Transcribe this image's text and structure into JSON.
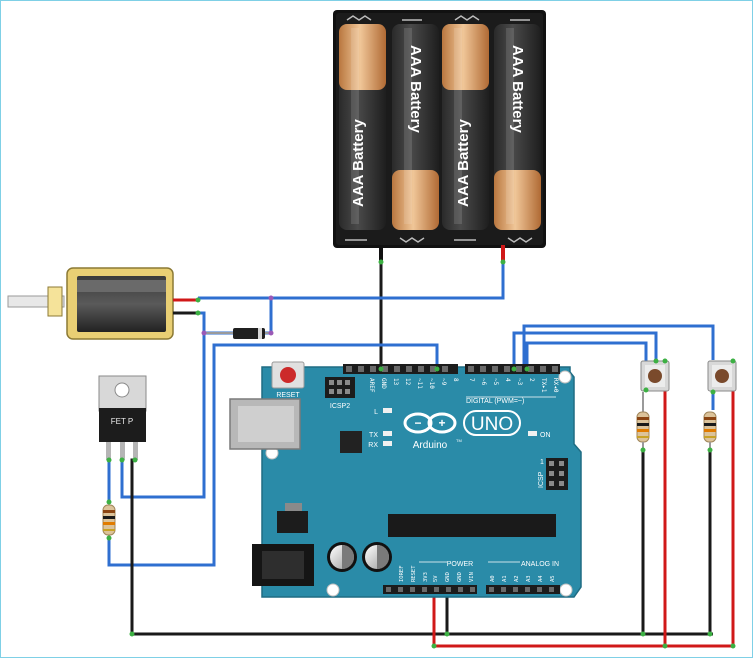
{
  "battery": {
    "label_1": "AAA Battery",
    "label_2": "AAA Battery",
    "label_3": "AAA Battery",
    "label_4": "AAA Battery"
  },
  "mosfet": {
    "label": "FET P"
  },
  "arduino": {
    "reset_label": "RESET",
    "icsp2_label": "ICSP2",
    "icsp_label": "ICSP",
    "icsp_pin1": "1",
    "digital_label": "DIGITAL (PWM=~)",
    "logo_text": "UNO",
    "brand_text": "Arduino",
    "tm": "TM",
    "led_l": "L",
    "led_tx": "TX",
    "led_rx": "RX",
    "on_label": "ON",
    "power_label": "POWER",
    "analog_label": "ANALOG IN",
    "header_top_left": [
      "AREF",
      "GND",
      "13",
      "12",
      "~11",
      "~10",
      "~9",
      "8"
    ],
    "header_top_right": [
      "7",
      "~6",
      "~5",
      "4",
      "~3",
      "2",
      "TX▸1",
      "RX◂0"
    ],
    "power_pins": [
      "IOREF",
      "RESET",
      "3V3",
      "5V",
      "GND",
      "GND",
      "VIN"
    ],
    "analog_pins": [
      "A0",
      "A1",
      "A2",
      "A3",
      "A4",
      "A5"
    ]
  },
  "colors": {
    "wire_blue": "#2f6fd0",
    "wire_black": "#1a1a1a",
    "wire_red": "#d01818",
    "board": "#2a8ba8",
    "background": "#ffffff"
  }
}
